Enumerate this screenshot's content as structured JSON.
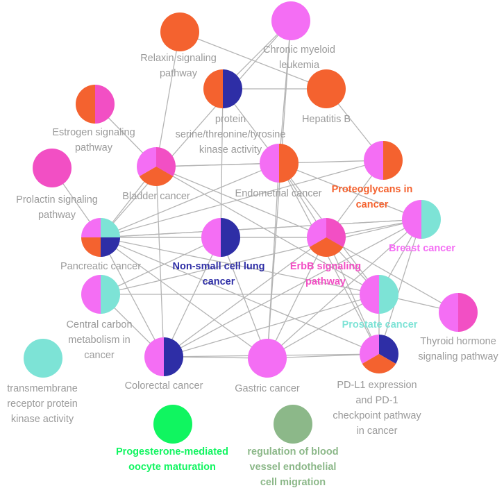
{
  "colors": {
    "orange": "#f4622f",
    "pink": "#f46ef4",
    "magenta": "#f24fc4",
    "navy": "#2e2ea6",
    "teal": "#7de3d6",
    "green": "#10f560",
    "sage": "#8cb889",
    "label_gray": "#9a9a9a",
    "edge_gray": "#b4b4b4"
  },
  "nodes": [
    {
      "id": "relaxin",
      "label": [
        "Relaxin signaling",
        "pathway"
      ],
      "colors": [
        "#f4622f"
      ],
      "label_color": "#9a9a9a",
      "bold": false
    },
    {
      "id": "cml",
      "label": [
        "Chronic myeloid",
        "leukemia"
      ],
      "colors": [
        "#f46ef4"
      ],
      "label_color": "#9a9a9a",
      "bold": false
    },
    {
      "id": "kinase",
      "label": [
        "protein",
        "serine/threonine/tyrosine",
        "kinase activity"
      ],
      "colors": [
        "#f4622f",
        "#2e2ea6"
      ],
      "label_color": "#9a9a9a",
      "bold": false
    },
    {
      "id": "hepb",
      "label": [
        "Hepatitis B"
      ],
      "colors": [
        "#f4622f"
      ],
      "label_color": "#9a9a9a",
      "bold": false
    },
    {
      "id": "estrogen",
      "label": [
        "Estrogen signaling",
        "pathway"
      ],
      "colors": [
        "#f4622f",
        "#f24fc4"
      ],
      "label_color": "#9a9a9a",
      "bold": false
    },
    {
      "id": "prolactin",
      "label": [
        "Prolactin signaling",
        "pathway"
      ],
      "colors": [
        "#f24fc4"
      ],
      "label_color": "#9a9a9a",
      "bold": false
    },
    {
      "id": "bladder",
      "label": [
        "Bladder cancer"
      ],
      "colors": [
        "#f46ef4",
        "#f24fc4",
        "#f4622f"
      ],
      "label_color": "#9a9a9a",
      "bold": false
    },
    {
      "id": "endometrial",
      "label": [
        "Endometrial cancer"
      ],
      "colors": [
        "#f46ef4",
        "#f4622f"
      ],
      "label_color": "#9a9a9a",
      "bold": false
    },
    {
      "id": "proteoglycans",
      "label": [
        "Proteoglycans in",
        "cancer"
      ],
      "colors": [
        "#f46ef4",
        "#f4622f"
      ],
      "label_color": "#f4622f",
      "bold": true
    },
    {
      "id": "pancreatic",
      "label": [
        "Pancreatic cancer"
      ],
      "colors": [
        "#f46ef4",
        "#7de3d6",
        "#2e2ea6",
        "#f4622f"
      ],
      "label_color": "#9a9a9a",
      "bold": false
    },
    {
      "id": "nsclc",
      "label": [
        "Non-small cell lung",
        "cancer"
      ],
      "colors": [
        "#f46ef4",
        "#2e2ea6"
      ],
      "label_color": "#2e2ea6",
      "bold": true
    },
    {
      "id": "erbb",
      "label": [
        "ErbB signaling",
        "pathway"
      ],
      "colors": [
        "#f46ef4",
        "#f24fc4",
        "#f4622f"
      ],
      "label_color": "#f24fc4",
      "bold": true
    },
    {
      "id": "breast",
      "label": [
        "Breast cancer"
      ],
      "colors": [
        "#f46ef4",
        "#7de3d6"
      ],
      "label_color": "#f46ef4",
      "bold": true
    },
    {
      "id": "central",
      "label": [
        "Central carbon",
        "metabolism in",
        "cancer"
      ],
      "colors": [
        "#f46ef4",
        "#7de3d6"
      ],
      "label_color": "#9a9a9a",
      "bold": false
    },
    {
      "id": "prostate",
      "label": [
        "Prostate cancer"
      ],
      "colors": [
        "#f46ef4",
        "#7de3d6"
      ],
      "label_color": "#7de3d6",
      "bold": true
    },
    {
      "id": "thyroid",
      "label": [
        "Thyroid hormone",
        "signaling pathway"
      ],
      "colors": [
        "#f46ef4",
        "#f24fc4"
      ],
      "label_color": "#9a9a9a",
      "bold": false
    },
    {
      "id": "tmrpk",
      "label": [
        "transmembrane",
        "receptor protein",
        "kinase activity"
      ],
      "colors": [
        "#7de3d6"
      ],
      "label_color": "#9a9a9a",
      "bold": false
    },
    {
      "id": "colorectal",
      "label": [
        "Colorectal cancer"
      ],
      "colors": [
        "#f46ef4",
        "#2e2ea6"
      ],
      "label_color": "#9a9a9a",
      "bold": false
    },
    {
      "id": "gastric",
      "label": [
        "Gastric cancer"
      ],
      "colors": [
        "#f46ef4"
      ],
      "label_color": "#9a9a9a",
      "bold": false
    },
    {
      "id": "pdl1",
      "label": [
        "PD-L1 expression",
        "and PD-1",
        "checkpoint pathway",
        "in cancer"
      ],
      "colors": [
        "#f46ef4",
        "#2e2ea6",
        "#f4622f"
      ],
      "label_color": "#9a9a9a",
      "bold": false
    },
    {
      "id": "progesterone",
      "label": [
        "Progesterone-mediated",
        "oocyte maturation"
      ],
      "colors": [
        "#10f560"
      ],
      "label_color": "#10f560",
      "bold": true
    },
    {
      "id": "bloodvessel",
      "label": [
        "regulation of blood",
        "vessel endothelial",
        "cell migration"
      ],
      "colors": [
        "#8cb889"
      ],
      "label_color": "#8cb889",
      "bold": true
    }
  ],
  "edges": [
    [
      "relaxin",
      "bladder"
    ],
    [
      "relaxin",
      "hepb"
    ],
    [
      "cml",
      "kinase"
    ],
    [
      "cml",
      "pancreatic"
    ],
    [
      "cml",
      "endometrial"
    ],
    [
      "cml",
      "gastric"
    ],
    [
      "kinase",
      "hepb"
    ],
    [
      "kinase",
      "endometrial"
    ],
    [
      "kinase",
      "nsclc"
    ],
    [
      "hepb",
      "proteoglycans"
    ],
    [
      "estrogen",
      "bladder"
    ],
    [
      "prolactin",
      "pancreatic"
    ],
    [
      "bladder",
      "endometrial"
    ],
    [
      "bladder",
      "proteoglycans"
    ],
    [
      "bladder",
      "pancreatic"
    ],
    [
      "bladder",
      "erbb"
    ],
    [
      "bladder",
      "colorectal"
    ],
    [
      "bladder",
      "prostate"
    ],
    [
      "endometrial",
      "pancreatic"
    ],
    [
      "endometrial",
      "erbb"
    ],
    [
      "endometrial",
      "gastric"
    ],
    [
      "endometrial",
      "pdl1"
    ],
    [
      "endometrial",
      "breast"
    ],
    [
      "endometrial",
      "prostate"
    ],
    [
      "proteoglycans",
      "erbb"
    ],
    [
      "proteoglycans",
      "pancreatic"
    ],
    [
      "pancreatic",
      "nsclc"
    ],
    [
      "pancreatic",
      "erbb"
    ],
    [
      "pancreatic",
      "breast"
    ],
    [
      "pancreatic",
      "prostate"
    ],
    [
      "pancreatic",
      "colorectal"
    ],
    [
      "pancreatic",
      "gastric"
    ],
    [
      "pancreatic",
      "pdl1"
    ],
    [
      "nsclc",
      "erbb"
    ],
    [
      "nsclc",
      "colorectal"
    ],
    [
      "nsclc",
      "gastric"
    ],
    [
      "nsclc",
      "central"
    ],
    [
      "erbb",
      "breast"
    ],
    [
      "erbb",
      "prostate"
    ],
    [
      "erbb",
      "colorectal"
    ],
    [
      "erbb",
      "gastric"
    ],
    [
      "erbb",
      "pdl1"
    ],
    [
      "erbb",
      "thyroid"
    ],
    [
      "breast",
      "prostate"
    ],
    [
      "breast",
      "colorectal"
    ],
    [
      "breast",
      "gastric"
    ],
    [
      "breast",
      "pdl1"
    ],
    [
      "breast",
      "central"
    ],
    [
      "breast",
      "pancreatic"
    ],
    [
      "central",
      "prostate"
    ],
    [
      "central",
      "colorectal"
    ],
    [
      "prostate",
      "colorectal"
    ],
    [
      "prostate",
      "gastric"
    ],
    [
      "prostate",
      "pdl1"
    ],
    [
      "prostate",
      "thyroid"
    ],
    [
      "colorectal",
      "gastric"
    ],
    [
      "colorectal",
      "pdl1"
    ],
    [
      "gastric",
      "pdl1"
    ]
  ]
}
